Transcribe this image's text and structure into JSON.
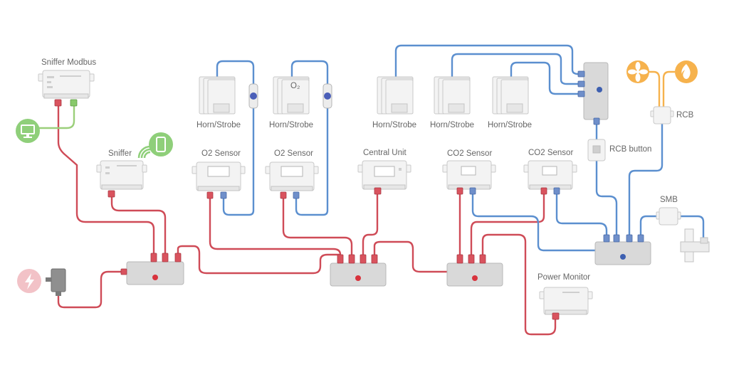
{
  "labels": {
    "sniffer_modbus": "Sniffer Modbus",
    "sniffer": "Sniffer",
    "horn1": "Horn/Strobe",
    "horn2": "Horn/Strobe",
    "horn3": "Horn/Strobe",
    "horn4": "Horn/Strobe",
    "horn5": "Horn/Strobe",
    "o2_sensor1": "O2 Sensor",
    "o2_sensor2": "O2 Sensor",
    "central_unit": "Central Unit",
    "co2_sensor1": "CO2 Sensor",
    "co2_sensor2": "CO2 Sensor",
    "rcb_button": "RCB button",
    "rcb": "RCB",
    "smb": "SMB",
    "power_monitor": "Power Monitor"
  },
  "device_marks": {
    "o2_symbol": "O₂"
  },
  "colors": {
    "power_wire": "#cf4b57",
    "signal_wire": "#5b8fcf",
    "modbus_wire": "#9bcf7a",
    "rcb_wire": "#f6b24d",
    "monitor_badge": "#8fcf7a",
    "wifi_badge": "#8fcf7a",
    "power_badge": "#f2c2c7",
    "rcb_badge": "#f6b24d",
    "hub_dot_red": "#d8333d",
    "hub_dot_blue": "#3d5fb0"
  },
  "icons": [
    "monitor-icon",
    "wifi-icon",
    "smartphone-icon",
    "lightning-icon",
    "fan-icon",
    "flame-icon",
    "power-adapter-icon",
    "valve-icon"
  ]
}
